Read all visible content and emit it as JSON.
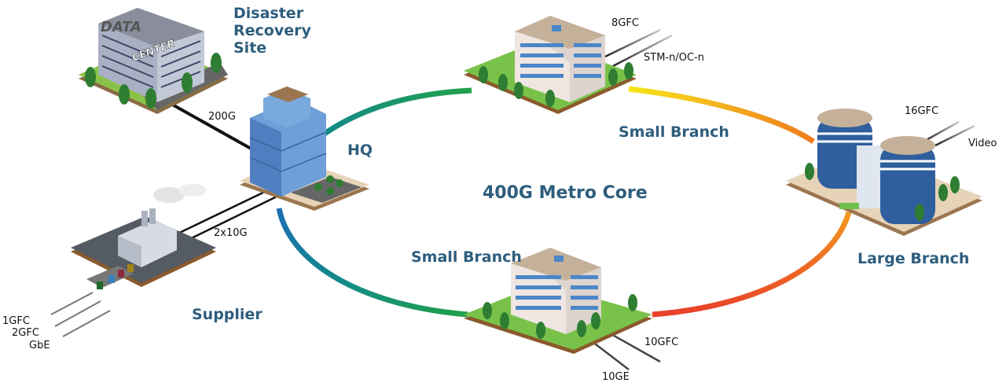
{
  "diagram": {
    "title": "400G Metro Core",
    "ring_colors": {
      "teal": "#138a8a",
      "green": "#22a14a",
      "yellow": "#f5e71b",
      "orange": "#f39a1e",
      "red": "#e8402a",
      "blue": "#1c6fb5"
    },
    "label_color": "#2e5d7d",
    "sites": [
      {
        "id": "dr",
        "name": "Disaster Recovery Site",
        "lines": [
          "Disaster",
          "Recovery",
          "Site"
        ],
        "building_text": [
          "DATA",
          "CENTER"
        ]
      },
      {
        "id": "hq",
        "name": "HQ"
      },
      {
        "id": "supplier",
        "name": "Supplier"
      },
      {
        "id": "small-branch-top",
        "name": "Small Branch"
      },
      {
        "id": "small-branch-bottom",
        "name": "Small Branch"
      },
      {
        "id": "large-branch",
        "name": "Large Branch"
      }
    ],
    "links": [
      {
        "from": "dr",
        "to": "hq",
        "label": "200G"
      },
      {
        "from": "supplier",
        "to": "hq",
        "label": "2x10G"
      }
    ],
    "services": {
      "supplier": [
        "1GFC",
        "2GFC",
        "GbE"
      ],
      "small_branch_top": [
        "8GFC",
        "STM-n/OC-n"
      ],
      "large_branch": [
        "16GFC",
        "Video"
      ],
      "small_branch_bottom": [
        "10GFC",
        "10GE"
      ]
    }
  }
}
